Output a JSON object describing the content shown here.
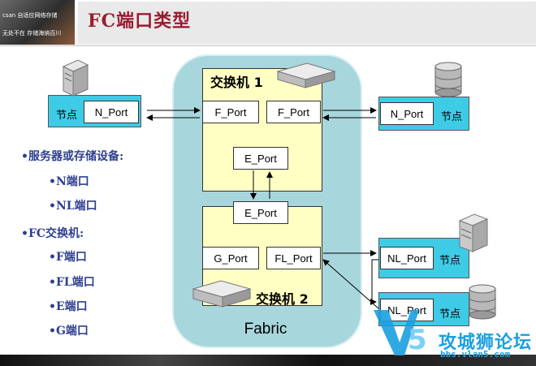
{
  "header": {
    "title": "FC端口类型",
    "logo_lines": [
      "csan 自适应网络存储",
      "无处不在  存储海纳百川"
    ]
  },
  "bullets": [
    {
      "text": "•服务器或存储设备:",
      "level": 1
    },
    {
      "text": "•N端口",
      "level": 2
    },
    {
      "text": "•NL端口",
      "level": 2
    },
    {
      "text": "•FC交换机:",
      "level": 1
    },
    {
      "text": "•F端口",
      "level": 2
    },
    {
      "text": "•FL端口",
      "level": 2
    },
    {
      "text": "•E端口",
      "level": 2
    },
    {
      "text": "•G端口",
      "level": 2
    }
  ],
  "fabric": {
    "label": "Fabric"
  },
  "switch1": {
    "label": "交换机 1",
    "ports": {
      "left": "F_Port",
      "right": "F_Port",
      "bottom": "E_Port"
    }
  },
  "switch2": {
    "label": "交换机 2",
    "ports": {
      "top": "E_Port",
      "left": "G_Port",
      "right": "FL_Port"
    }
  },
  "nodes": {
    "left": {
      "label": "节点",
      "port": "N_Port"
    },
    "right_top": {
      "label": "节点",
      "port": "N_Port"
    },
    "loop_1": {
      "label": "节点",
      "port": "NL_Port"
    },
    "loop_2": {
      "label": "节点",
      "port": "NL_Port"
    }
  },
  "watermark": {
    "text": "攻城狮论坛",
    "url": "bbs.vlan5.com",
    "logo": "V5"
  },
  "colors": {
    "title": "#9a1c30",
    "bullet": "#2e3f8e",
    "fabric": "#a7d6dd",
    "switch": "#ffffc4",
    "node": "#3ecbe6",
    "watermark": "#1aa0e0"
  },
  "icons": [
    "server-tower-icon",
    "disk-stack-icon",
    "rack-switch-icon"
  ]
}
